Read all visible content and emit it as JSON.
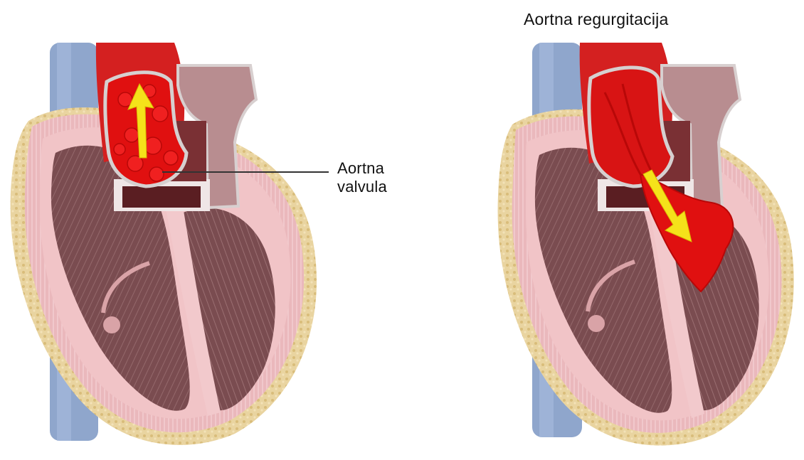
{
  "labels": {
    "valve_line1": "Aortna",
    "valve_line2": "valvula",
    "regurgitation_title": "Aortna regurgitacija"
  },
  "colors": {
    "background": "#ffffff",
    "heart_wall": "#e8b4b8",
    "chamber": "#8a5a5e",
    "muscle_dark": "#6e4448",
    "septum_light": "#f2c9cc",
    "fat_layer": "#e9d4a0",
    "blood": "#e01010",
    "blood_dark": "#b80808",
    "aorta": "#d42020",
    "vena_cava": "#8fa6cc",
    "arrow": "#f5e21a",
    "leader_line": "#333333",
    "text": "#111111"
  },
  "icons": {
    "left": "normal-heart-illustration",
    "right": "regurgitating-heart-illustration",
    "arrow": "blood-flow-arrow-icon"
  }
}
